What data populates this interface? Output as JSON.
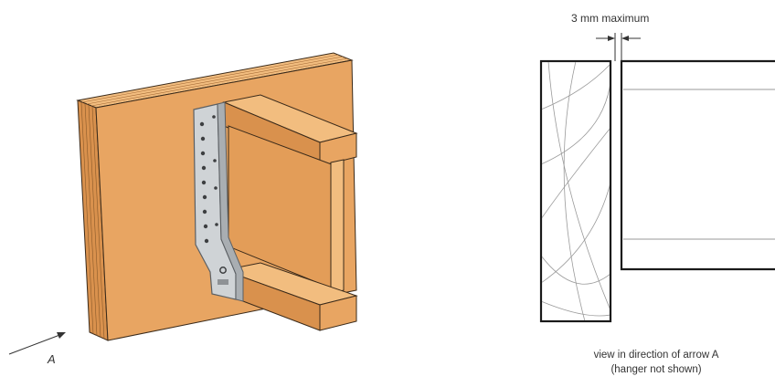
{
  "left_figure": {
    "arrow_label": "A",
    "colors": {
      "timber": "#e8a562",
      "timber_light": "#f2bd7f",
      "timber_dark": "#c9823f",
      "hanger": "#cfd3d6",
      "hanger_edge": "#5b5f63",
      "outline": "#3a2a1a"
    }
  },
  "right_figure": {
    "dimension_label": "3 mm maximum",
    "caption_line1": "view in direction of arrow A",
    "caption_line2": "(hanger not shown)",
    "colors": {
      "outline": "#1a1a1a",
      "grain": "#9a9a9a"
    }
  }
}
